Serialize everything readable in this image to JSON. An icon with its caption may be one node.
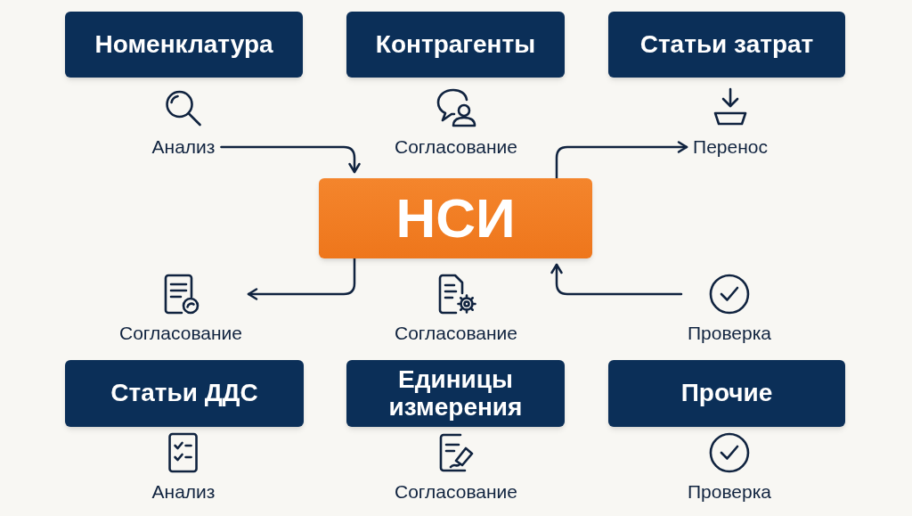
{
  "diagram": {
    "nodes": [
      {
        "text": [
          "Номенклатура"
        ]
      },
      {
        "text": [
          "Контрагенты"
        ]
      },
      {
        "text": [
          "Статьи затрат"
        ]
      },
      {
        "text": [
          "Анализ"
        ]
      },
      {
        "text": [
          "Согласование"
        ]
      },
      {
        "text": [
          "Перенос"
        ]
      },
      {
        "text": [
          "НСИ"
        ]
      },
      {
        "text": [
          "Согласование"
        ]
      },
      {
        "text": [
          "Согласование"
        ]
      },
      {
        "text": [
          "Проверка"
        ]
      },
      {
        "text": [
          "Статьи ДДС"
        ]
      },
      {
        "text": [
          "Единицы измерения"
        ]
      },
      {
        "text": [
          "Прочие"
        ]
      },
      {
        "text": [
          "Анализ"
        ]
      },
      {
        "text": [
          "Согласование"
        ]
      },
      {
        "text": [
          "Проверка"
        ]
      }
    ],
    "edges": [
      {
        "from": 3,
        "to": 6,
        "arrow": "to"
      },
      {
        "from": 6,
        "to": 5,
        "arrow": "to"
      },
      {
        "from": 6,
        "to": 7,
        "arrow": "to"
      },
      {
        "from": 9,
        "to": 6,
        "arrow": "to"
      }
    ]
  }
}
